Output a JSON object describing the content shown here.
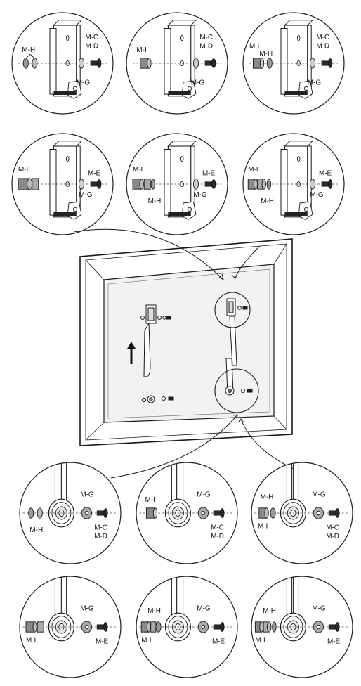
{
  "colors": {
    "line": "#1a1a1a",
    "panel": "#f2f2f2",
    "frame": "#ffffff",
    "screw": "#2a2a2a",
    "spacer": "#8a8a8a",
    "background": "#ffffff"
  },
  "upper_details": [
    {
      "name": "upper-detail-1",
      "labels": [
        "M-H",
        "M-C",
        "M-D",
        "M-G"
      ]
    },
    {
      "name": "upper-detail-2",
      "labels": [
        "M-I",
        "M-C",
        "M-D",
        "M-G"
      ]
    },
    {
      "name": "upper-detail-3",
      "labels": [
        "M-I",
        "M-H",
        "M-C",
        "M-D",
        "M-G"
      ]
    },
    {
      "name": "upper-detail-4",
      "labels": [
        "M-I",
        "M-E",
        "M-G"
      ]
    },
    {
      "name": "upper-detail-5",
      "labels": [
        "M-I",
        "M-E",
        "M-H",
        "M-G"
      ]
    },
    {
      "name": "upper-detail-6",
      "labels": [
        "M-I",
        "M-E",
        "M-H",
        "M-G"
      ]
    }
  ],
  "lower_details": [
    {
      "name": "lower-detail-1",
      "labels": [
        "M-G",
        "M-H",
        "M-C",
        "M-D"
      ]
    },
    {
      "name": "lower-detail-2",
      "labels": [
        "M-I",
        "M-G",
        "M-C",
        "M-D"
      ]
    },
    {
      "name": "lower-detail-3",
      "labels": [
        "M-H",
        "M-G",
        "M-I",
        "M-C",
        "M-D"
      ]
    },
    {
      "name": "lower-detail-4",
      "labels": [
        "M-G",
        "M-I",
        "M-E"
      ]
    },
    {
      "name": "lower-detail-5",
      "labels": [
        "M-H",
        "M-G",
        "M-I",
        "M-E"
      ]
    },
    {
      "name": "lower-detail-6",
      "labels": [
        "M-H",
        "M-G",
        "M-I",
        "M-E"
      ]
    }
  ]
}
